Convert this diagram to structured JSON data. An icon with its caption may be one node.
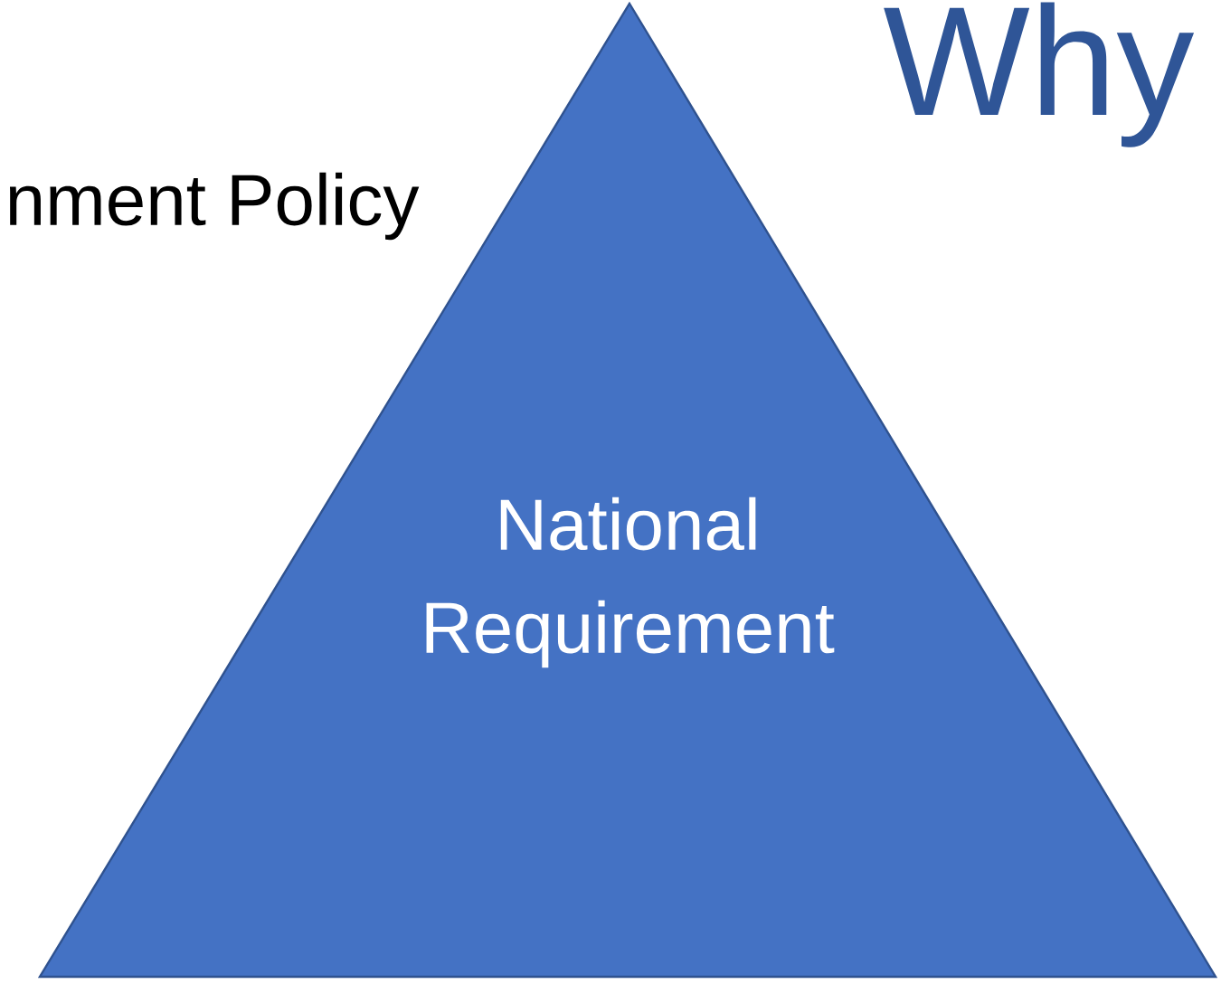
{
  "diagram": {
    "title": "Why",
    "nodes": [
      {
        "text": [
          "National Requirement"
        ]
      }
    ],
    "labels": [
      "nment Policy"
    ]
  }
}
